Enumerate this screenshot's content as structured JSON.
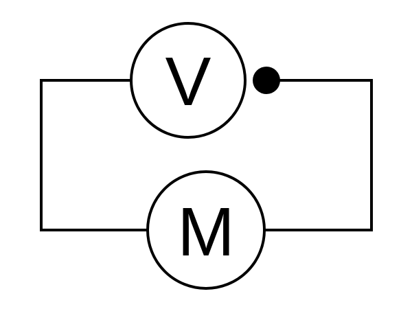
{
  "diagram": {
    "type": "circuit",
    "components": [
      {
        "id": "voltmeter",
        "symbol": "V"
      },
      {
        "id": "motor",
        "symbol": "M"
      }
    ],
    "junction": {
      "kind": "terminal-dot"
    }
  },
  "colors": {
    "line": "#000000",
    "background": "#ffffff"
  }
}
